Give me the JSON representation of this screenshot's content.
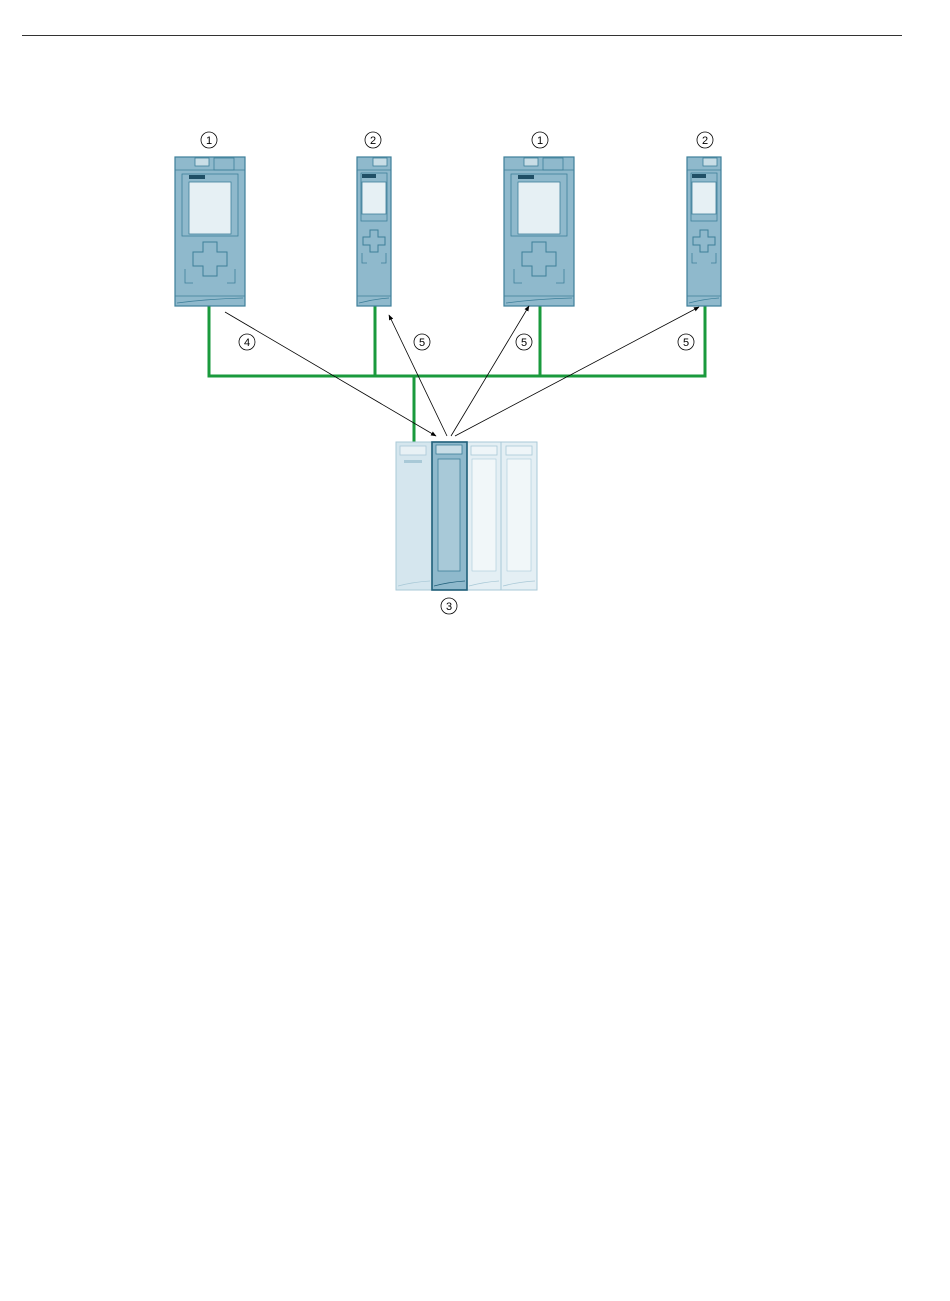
{
  "callouts": {
    "cpu_left": "1",
    "cpu_right": "1",
    "compact_left": "2",
    "compact_right": "2",
    "io_module": "3",
    "arrow_out": "4",
    "arrow_in_1": "5",
    "arrow_in_2": "5",
    "arrow_in_3": "5"
  },
  "colors": {
    "network_line": "#1a9a3c",
    "device_body": "#8fb9cc",
    "device_outline": "#3e7f99",
    "device_screen": "#e6f0f4",
    "faded_module": "#d5e6ee",
    "faded_outline": "#a9c9d7",
    "arrow": "#000000"
  }
}
